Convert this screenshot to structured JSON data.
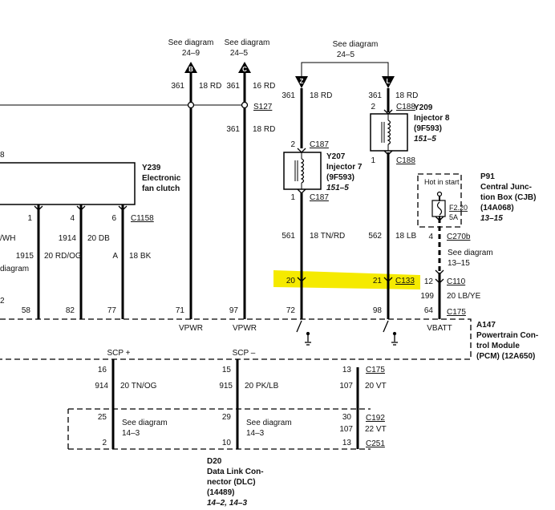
{
  "top_refs": {
    "b_label": "See diagram",
    "b_ref": "24–9",
    "b_letter": "B",
    "c_label": "See diagram",
    "c_ref": "24–5",
    "c_letter": "C",
    "zl_label": "See diagram",
    "zl_ref": "24–5",
    "z_letter": "Z",
    "l_letter": "L"
  },
  "wires": {
    "w1": {
      "circuit": "361",
      "spec": "18 RD"
    },
    "w2": {
      "circuit": "361",
      "spec": "16 RD"
    },
    "w3": {
      "circuit": "361",
      "spec": "18 RD"
    },
    "w4": {
      "circuit": "361",
      "spec": "18 RD"
    },
    "w5": {
      "circuit": "361",
      "spec": "18 RD"
    },
    "w6": {
      "circuit": "561",
      "spec": "18 TN/RD"
    },
    "w7": {
      "circuit": "562",
      "spec": "18 LB"
    },
    "w8": {
      "circuit": "199",
      "spec": "20 LB/YE"
    },
    "w9": {
      "circuit": "1915",
      "spec": "20 RD/OG"
    },
    "w10": {
      "circuit": "1914",
      "spec": "20 DB"
    },
    "w11": {
      "circuit": "A",
      "spec": "18 BK"
    },
    "w12": {
      "circuit": "914",
      "spec": "20 TN/OG"
    },
    "w13": {
      "circuit": "915",
      "spec": "20 PK/LB"
    },
    "w14": {
      "circuit": "107",
      "spec": "20 VT"
    },
    "w15": {
      "circuit": "107",
      "spec": "22 VT"
    },
    "frag": "/WH"
  },
  "splice": "S127",
  "connectors": {
    "c188a": "C188",
    "c188b": "C188",
    "c187a": "C187",
    "c187b": "C187",
    "c1158": "C1158",
    "c270b": "C270b",
    "c110": "C110",
    "c175": "C175",
    "c133": "C133",
    "c175b": "C175",
    "c192": "C192",
    "c251": "C251"
  },
  "pins": {
    "inj8_top": "2",
    "inj8_bot": "1",
    "inj7_top": "2",
    "inj7_bot": "1",
    "fan1": "1",
    "fan4": "4",
    "fan6": "6",
    "c270_4": "4",
    "c110_12": "12",
    "c133_20": "20",
    "c133_21": "21",
    "pcm58": "58",
    "pcm82": "82",
    "pcm77": "77",
    "pcm71": "71",
    "pcm97": "97",
    "pcm72": "72",
    "pcm98": "98",
    "pcm64": "64",
    "d16": "16",
    "d15": "15",
    "d13a": "13",
    "d25": "25",
    "d29": "29",
    "d30": "30",
    "d2": "2",
    "d10": "10",
    "d13b": "13"
  },
  "components": {
    "y209": {
      "id": "Y209",
      "name": "Injector 8",
      "part": "(9F593)",
      "ref": "151–5"
    },
    "y207": {
      "id": "Y207",
      "name1": "Injector 7",
      "part": "(9F593)",
      "ref": "151–5"
    },
    "y239": {
      "id": "Y239",
      "name1": "Electronic",
      "name2": "fan clutch"
    },
    "p91": {
      "id": "P91",
      "name1": "Central Junc-",
      "name2": "tion Box (CJB)",
      "part": "(14A068)",
      "ref": "13–15",
      "hot": "Hot in start",
      "fuse": "F2.20",
      "amp": "5A"
    },
    "a147": {
      "id": "A147",
      "name1": "Powertrain Con-",
      "name2": "trol Module",
      "name3": "(PCM) (12A650)"
    },
    "d20": {
      "id": "D20",
      "name1": "Data Link Con-",
      "name2": "nector (DLC)",
      "part": "(14489)",
      "ref": "14–2, 14–3"
    }
  },
  "misc": {
    "see_13_15": "See diagram",
    "see_13_15_ref": "13–15",
    "dlc_see1": "See diagram",
    "dlc_see1_ref": "14–3",
    "dlc_see2": "See diagram",
    "dlc_see2_ref": "14–3",
    "left_see": "diagram",
    "left_frag_a": "8",
    "left_frag_b": "2",
    "vpwr1": "VPWR",
    "vpwr2": "VPWR",
    "vbatt": "VBATT",
    "scp_plus": "SCP +",
    "scp_minus": "SCP –"
  },
  "colors": {
    "highlight": "#f5ea00"
  }
}
